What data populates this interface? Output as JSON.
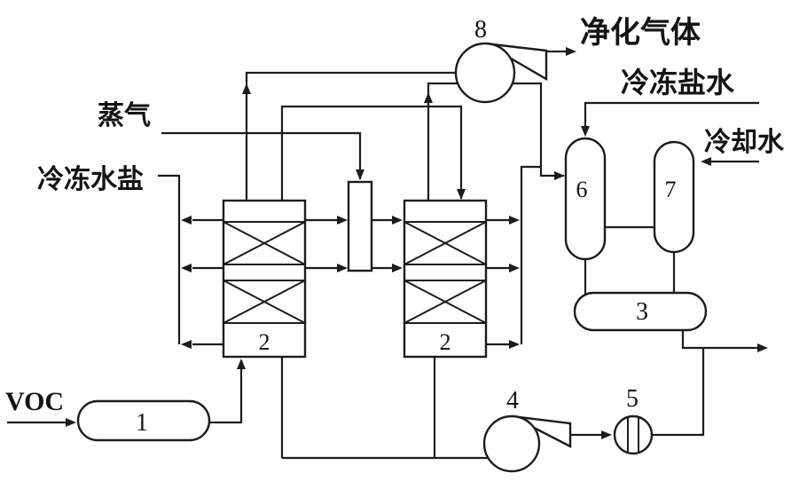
{
  "diagram": {
    "background": "#fefefe",
    "line_color": "#1c1c1c",
    "streams": {
      "voc_feed": "VOC",
      "steam": "蒸气",
      "chilled_water_salt": "冷冻水盐",
      "purified_gas": "净化气体",
      "chilled_brine": "冷冻盐水",
      "cooling_water": "冷却水"
    },
    "equipment": {
      "feed_vessel": "1",
      "adsorber_left": "2",
      "adsorber_right": "2",
      "separator": "3",
      "pump": "4",
      "filter": "5",
      "condenser_brine": "6",
      "condenser_water": "7",
      "blower": "8"
    }
  }
}
